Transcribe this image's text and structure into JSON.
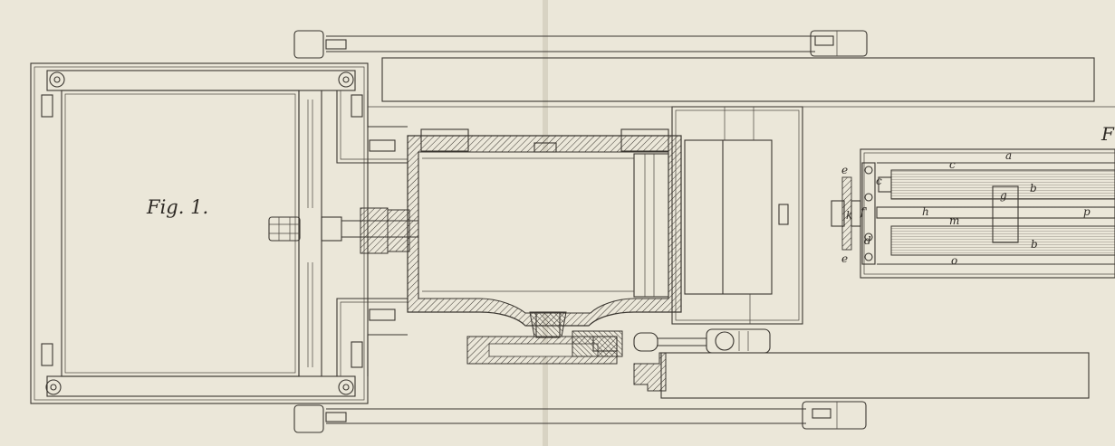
{
  "figure": {
    "caption": "Fig. 1.",
    "partial_caption_right": "F"
  },
  "labels": {
    "a": "a",
    "b1": "b",
    "b2": "b",
    "c": "c",
    "c_small": "c",
    "d": "d",
    "e1": "e",
    "e2": "e",
    "f_prime": "f'",
    "g": "g",
    "h": "h",
    "k": "k",
    "m": "m",
    "o": "o",
    "p": "p"
  },
  "colors": {
    "paper": "#ebe7d9",
    "ink": "#3a3630"
  }
}
